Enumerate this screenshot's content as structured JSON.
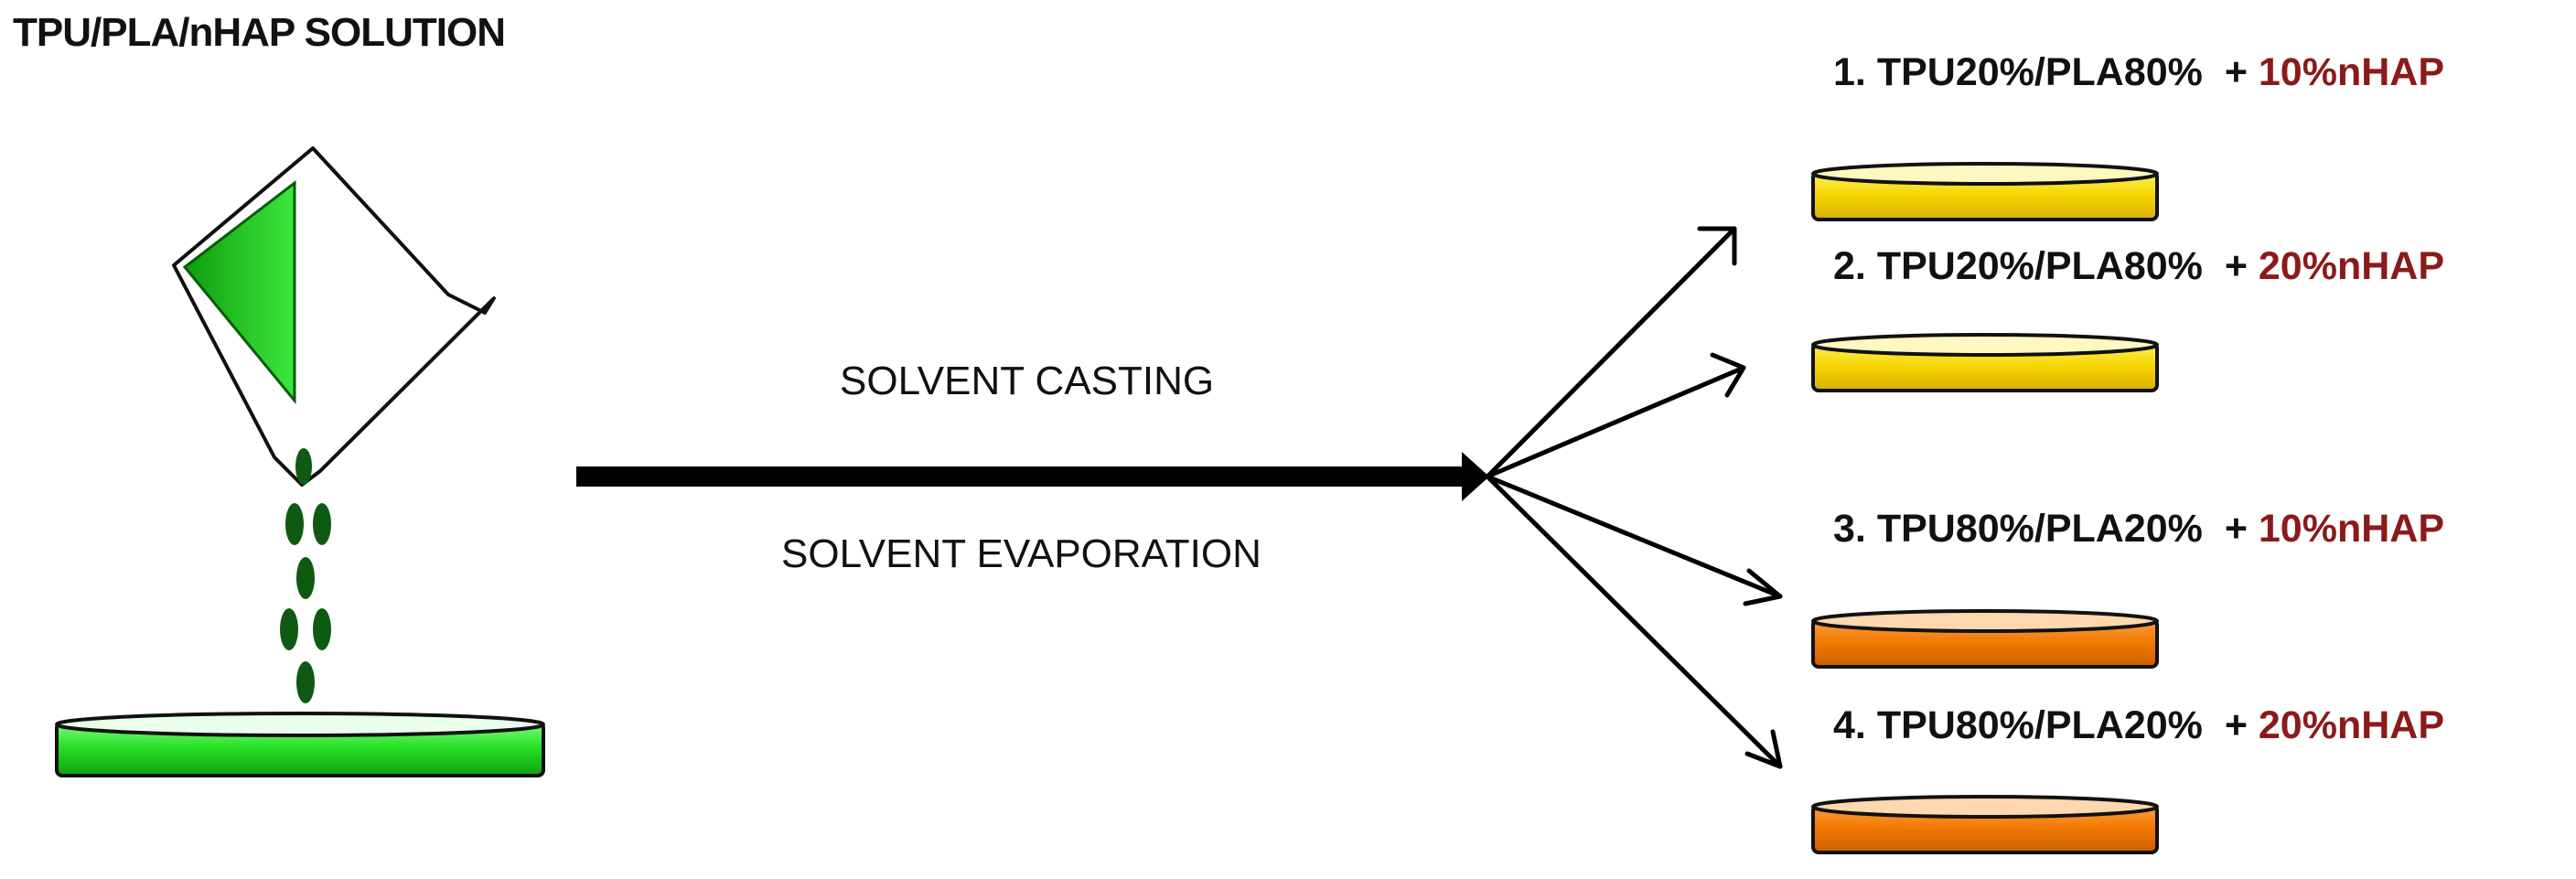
{
  "title": "TPU/PLA/nHAP SOLUTION",
  "steps": {
    "casting": "SOLVENT CASTING",
    "evaporation": "SOLVENT EVAPORATION"
  },
  "samples": [
    {
      "index": "1.",
      "blend": "TPU20%/PLA80%",
      "plus": "+",
      "nhap": "10%nHAP",
      "dish_color": "#f2d900"
    },
    {
      "index": "2.",
      "blend": "TPU20%/PLA80%",
      "plus": "+",
      "nhap": "20%nHAP",
      "dish_color": "#f2d900"
    },
    {
      "index": "3.",
      "blend": "TPU80%/PLA20%",
      "plus": "+",
      "nhap": "10%nHAP",
      "dish_color": "#f07800"
    },
    {
      "index": "4.",
      "blend": "TPU80%/PLA20%",
      "plus": "+",
      "nhap": "20%nHAP",
      "dish_color": "#f07800"
    }
  ],
  "colors": {
    "solution_green": "#22cc22",
    "drop_green": "#0f5a12",
    "nhap_red": "#8b1a1a"
  }
}
